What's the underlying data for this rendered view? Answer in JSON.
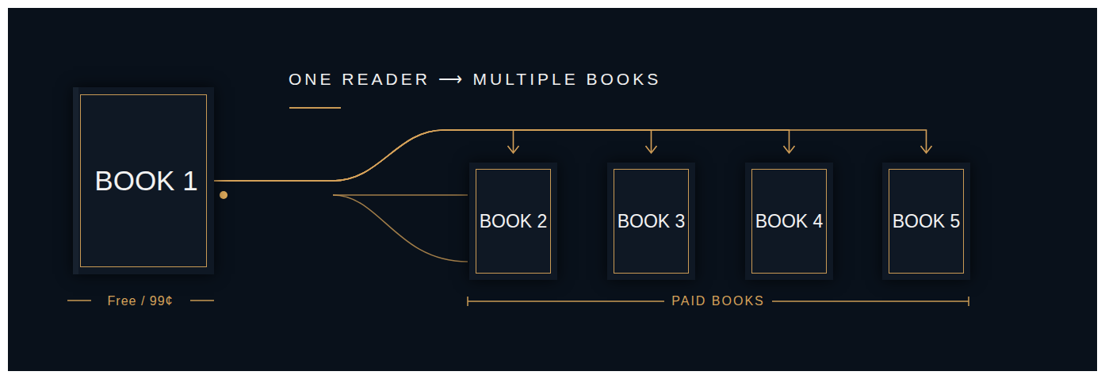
{
  "diagram": {
    "title": "ONE READER ⟶ MULTIPLE BOOKS",
    "nodes": [
      {
        "text": [
          "BOOK 1"
        ]
      },
      {
        "text": [
          "BOOK 2"
        ]
      },
      {
        "text": [
          "BOOK 3"
        ]
      },
      {
        "text": [
          "BOOK 4"
        ]
      },
      {
        "text": [
          "BOOK 5"
        ]
      }
    ],
    "edges": [
      {
        "from": 0,
        "to": 1,
        "arrow": "to"
      },
      {
        "from": 0,
        "to": 2,
        "arrow": "to"
      },
      {
        "from": 0,
        "to": 3,
        "arrow": "to"
      },
      {
        "from": 0,
        "to": 4,
        "arrow": "to"
      }
    ],
    "labels": [
      "Free / 99¢",
      "PAID BOOKS"
    ]
  }
}
